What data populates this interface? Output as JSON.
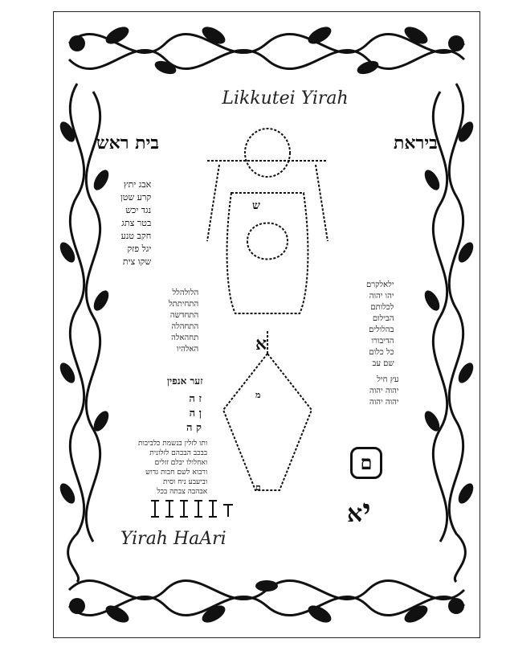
{
  "titles": {
    "top": "Likkutei Yirah",
    "bottom": "Yirah HaAri"
  },
  "headers": {
    "beit_rosh": "בית ראש",
    "biyrat": "ביראת"
  },
  "columns": {
    "left_top": "אבג יתץ\nקרע שטן\nנגד יכש\nבטר צתג\nחקב טנע\nיגל פזק\nשקו צית",
    "left_mid": "הלולהלל\nהתחיתתל\nהתחדשה\nהתחהלה\nתחהאלה\nהאלהיו",
    "right_mid": "ילאלקרם\nיהו יהוה\nלכלותם\nהבילום\nבהלולים\nהדיבורו\nכל כלום\nשם עב",
    "bottom_left": "ותו לזלין בנשמת כלביבות\nבבכב הבכהם לזלונית\nואחלולו יבלם זזלים\nורבוא לשם חבות גדוש\nוביעבע ניח וסית\nאבהבה צבתה בכל",
    "zaar": "זער אנפין",
    "anpin_letters": "ז ה\nן ה\nק ה",
    "right_lower": "עץ חיל\nיהוה יהוה\nיהוה יהוה"
  },
  "glyphs": {
    "shin": "ש",
    "aleph": "א",
    "mem": "ם",
    "final_yud": "י"
  }
}
